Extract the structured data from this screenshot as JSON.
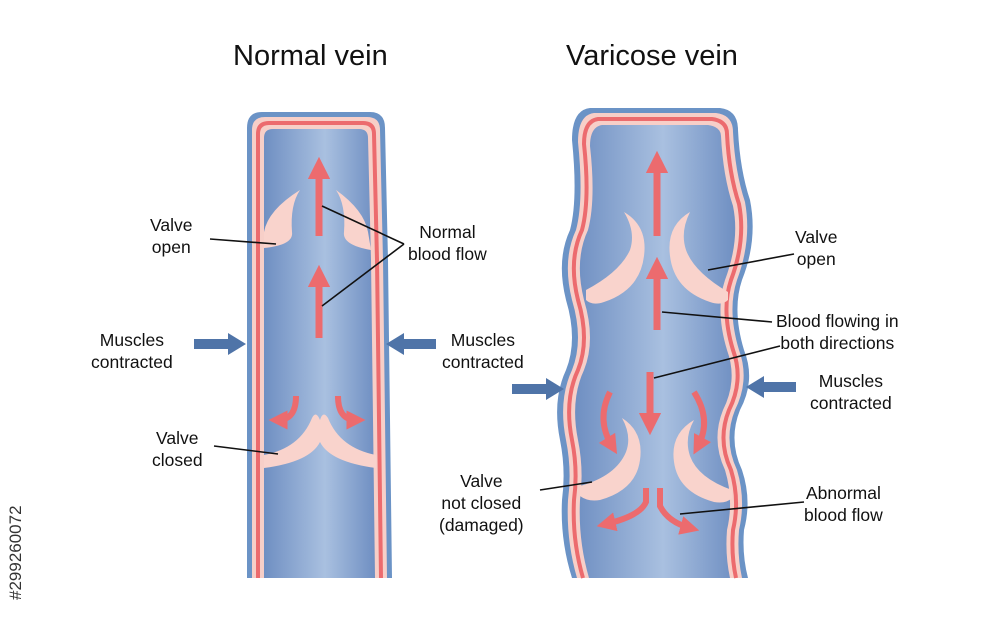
{
  "titles": {
    "normal": "Normal vein",
    "varicose": "Varicose vein"
  },
  "normal_labels": {
    "valve_open": [
      "Valve",
      "open"
    ],
    "normal_flow": [
      "Normal",
      "blood flow"
    ],
    "muscles": [
      "Muscles",
      "contracted"
    ],
    "valve_closed": [
      "Valve",
      "closed"
    ]
  },
  "varicose_labels": {
    "muscles_left": [
      "Muscles",
      "contracted"
    ],
    "valve_open": [
      "Valve",
      "open"
    ],
    "both_directions": [
      "Blood flowing in",
      "both directions"
    ],
    "muscles_right": [
      "Muscles",
      "contracted"
    ],
    "valve_damaged": [
      "Valve",
      "not closed",
      "(damaged)"
    ],
    "abnormal_flow": [
      "Abnormal",
      "blood flow"
    ]
  },
  "side_id": "#299260072",
  "colors": {
    "vein_outline": "#6b93c6",
    "vein_wall": "#f7cfc8",
    "vein_inner_line": "#ec6b6e",
    "blood": "#7b98c6",
    "blood_highlight": "#a9c0e0",
    "valve": "#f9d3cc",
    "flow_arrow": "#ec6b6e",
    "muscle_arrow": "#4f74a8"
  }
}
